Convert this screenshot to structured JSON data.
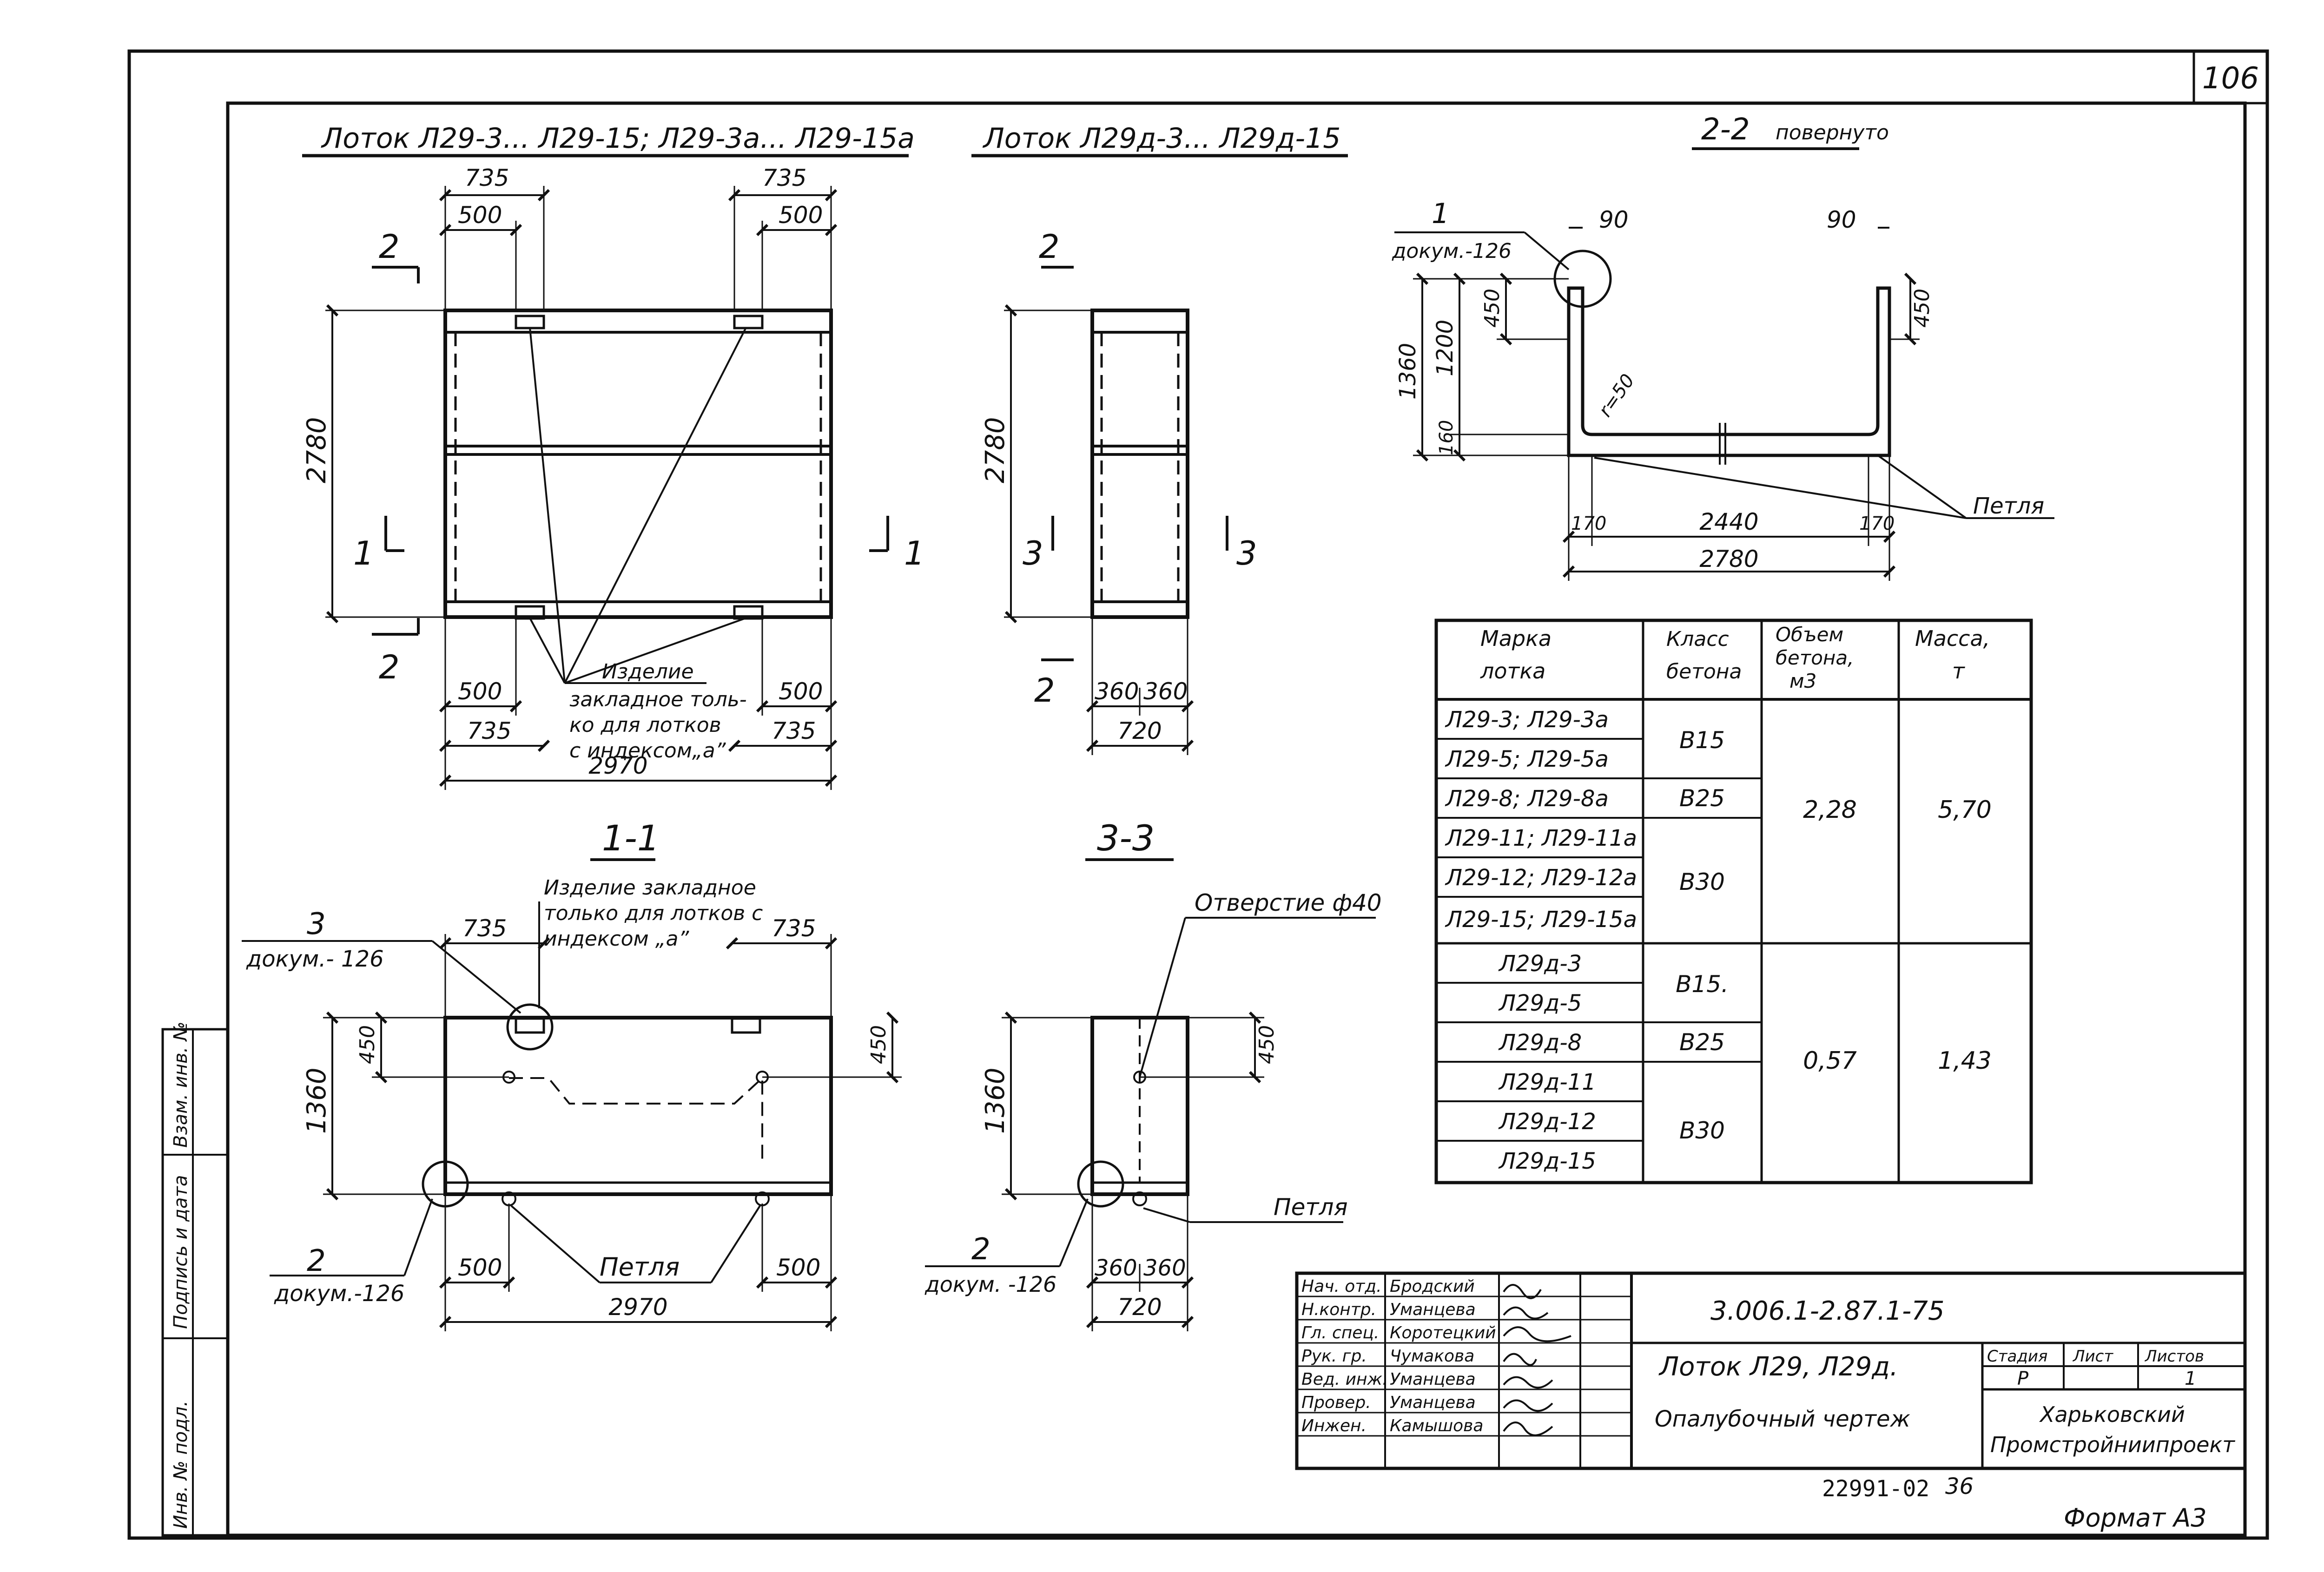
{
  "page_number": "106",
  "views": {
    "plan_a": {
      "title": "Лоток Л29-3... Л29-15; Л29-3а... Л29-15а",
      "dims": {
        "top_outer": "735",
        "top_inner": "500",
        "bottom_outer": "735",
        "bottom_inner": "500",
        "height": "2780",
        "total": "2970"
      },
      "section_marks": {
        "top": "2",
        "bottom": "2",
        "left": "1",
        "right": "1"
      },
      "note": [
        "Изделие",
        "закладное толь-",
        "ко для лотков",
        "с индексом„а”"
      ]
    },
    "plan_d": {
      "title": "Лоток Л29д-3... Л29д-15",
      "dims": {
        "height": "2780",
        "half": "360",
        "total": "720"
      },
      "section_marks": {
        "top": "2",
        "bottom": "2",
        "left": "3",
        "right": "3"
      }
    },
    "sec22": {
      "title": "2-2",
      "subtitle": "повернуто",
      "callout": "1",
      "callout_ref": "докум.-126",
      "dims": {
        "wall": "90",
        "h_total": "1360",
        "h_wall": "1200",
        "h_bottom": "160",
        "h_part": "450",
        "radius": "r=50",
        "side": "170",
        "inner": "2440",
        "total": "2780"
      },
      "loop_label": "Петля"
    },
    "sec11": {
      "title": "1-1",
      "callout": "3",
      "callout_ref": "докум.- 126",
      "note": [
        "Изделие закладное",
        "только для лотков с",
        "индексом „а”"
      ],
      "callout2": "2",
      "callout2_ref": "докум.-126",
      "loop_label": "Петля",
      "dims": {
        "top": "735",
        "bottom": "500",
        "height": "1360",
        "h_part": "450",
        "total": "2970"
      }
    },
    "sec33": {
      "title": "3-3",
      "hole_label": "Отверстие ф40",
      "loop_label": "Петля",
      "callout": "2",
      "callout_ref": "докум. -126",
      "dims": {
        "height": "1360",
        "h_part": "450",
        "half": "360",
        "total": "720"
      }
    }
  },
  "spec_table": {
    "headers": [
      [
        "Марка",
        "лотка"
      ],
      [
        "Класс",
        "бетона"
      ],
      [
        "Объем",
        "бетона,",
        "м3"
      ],
      [
        "Масса,",
        "т"
      ]
    ],
    "rows": [
      {
        "mark": "Л29-3; Л29-3а"
      },
      {
        "mark": "Л29-5; Л29-5а"
      },
      {
        "mark": "Л29-8; Л29-8а"
      },
      {
        "mark": "Л29-11; Л29-11а"
      },
      {
        "mark": "Л29-12; Л29-12а"
      },
      {
        "mark": "Л29-15; Л29-15а"
      },
      {
        "mark": "Л29д-3"
      },
      {
        "mark": "Л29д-5"
      },
      {
        "mark": "Л29д-8"
      },
      {
        "mark": "Л29д-11"
      },
      {
        "mark": "Л29д-12"
      },
      {
        "mark": "Л29д-15"
      }
    ],
    "classes": [
      "В15",
      "В25",
      "В30",
      "В15.",
      "В25",
      "В30"
    ],
    "volumes": [
      "2,28",
      "0,57"
    ],
    "masses": [
      "5,70",
      "1,43"
    ]
  },
  "title_block": {
    "roles": [
      "Нач. отд.",
      "Н.контр.",
      "Гл. спец.",
      "Рук. гр.",
      "Вед. инж.",
      "Провер.",
      "Инжен."
    ],
    "names": [
      "Бродский",
      "Уманцева",
      "Коротецкий",
      "Чумакова",
      "Уманцева",
      "Уманцева",
      "Камышова"
    ],
    "doc_code": "3.006.1-2.87.1-75",
    "product": "Лоток Л29, Л29д.",
    "drawing": "Опалубочный чертеж",
    "stage_hdr": [
      "Стадия",
      "Лист",
      "Листов"
    ],
    "stage_val": [
      "Р",
      "",
      "1"
    ],
    "org": [
      "Харьковский",
      "Промстройниипроект"
    ]
  },
  "side_stamp": [
    "Инв. № подл.",
    "Подпись и дата",
    "Взам. инв. №"
  ],
  "footer": {
    "archive": "22991-02",
    "sheet": "36",
    "format": "Формат А3"
  }
}
